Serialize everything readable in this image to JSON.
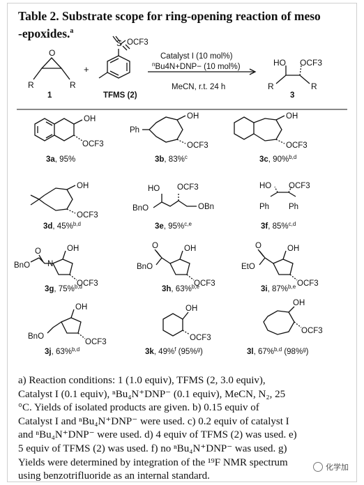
{
  "table": {
    "title_line1": "Table 2. Substrate scope for ring-opening reaction of meso",
    "title_line2": "-epoxides.",
    "title_sup": "a"
  },
  "scheme": {
    "catalyst": "Catalyst I (10 mol%)",
    "additive_prefix": "n",
    "additive": "Bu4N+DNP− (10 mol%)",
    "conditions": "MeCN, r.t. 24 h",
    "reagent_label": "TFMS (2)",
    "substrate_label": "1",
    "product_label": "3",
    "plus": "+",
    "R": "R",
    "HO": "HO",
    "OCF3": "OCF3",
    "SO": "S",
    "O": "O"
  },
  "products": [
    {
      "id": "3a",
      "yield": ", 95%",
      "sup": ""
    },
    {
      "id": "3b",
      "yield": ", 83%",
      "sup": "c"
    },
    {
      "id": "3c",
      "yield": ", 90%",
      "sup": "b,d"
    },
    {
      "id": "3d",
      "yield": ", 45%",
      "sup": "b,d"
    },
    {
      "id": "3e",
      "yield": ", 95%",
      "sup": "c,e"
    },
    {
      "id": "3f",
      "yield": ", 85%",
      "sup": "c,d"
    },
    {
      "id": "3g",
      "yield": ", 75%",
      "sup": "b,d"
    },
    {
      "id": "3h",
      "yield": ", 63%",
      "sup": "b,e"
    },
    {
      "id": "3i",
      "yield": ", 87%",
      "sup": "b,e"
    },
    {
      "id": "3j",
      "yield": ", 63%",
      "sup": "b,d"
    },
    {
      "id": "3k",
      "yield": ", 49%",
      "sup": "f",
      "extra": " (95%",
      "extra_sup": "g",
      "extra_end": ")"
    },
    {
      "id": "3l",
      "yield": ", 67%",
      "sup": "b,d",
      "extra": " (98%",
      "extra_sup": "g",
      "extra_end": ")"
    }
  ],
  "struct_labels": {
    "OH": "OH",
    "OCF3": "OCF3",
    "Ph": "Ph",
    "BnO": "BnO",
    "OBn": "OBn",
    "HO": "HO",
    "N": "N",
    "O": "O",
    "EtO": "EtO"
  },
  "footnotes": [
    "a) Reaction conditions: 1 (1.0 equiv), TFMS (2, 3.0 equiv),",
    "Catalyst I (0.1 equiv), ⁿBu₄N⁺DNP⁻ (0.1  equiv), MeCN, N₂, 25",
    "°C. Yields of isolated products are given. b) 0.15 equiv of",
    "Catalyst I and ⁿBu₄N⁺DNP⁻ were used. c) 0.2 equiv of catalyst I",
    "and ⁿBu₄N⁺DNP⁻ were used. d) 4 equiv of TFMS (2) was used. e)",
    "5 equiv of TFMS (2) was used. f) no ⁿBu₄N⁺DNP⁻ was used. g)",
    "Yields were determined by integration of the ¹⁹F NMR spectrum",
    "using benzotrifluoride as an internal standard."
  ],
  "watermark": "化学加"
}
